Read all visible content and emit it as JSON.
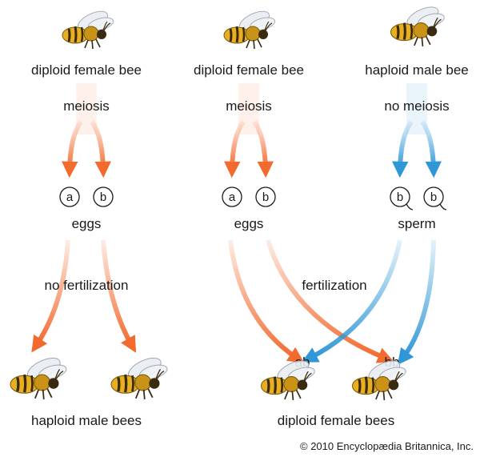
{
  "colors": {
    "female": "#f26a2e",
    "female_light": "#fbd3c1",
    "male": "#2f97d6",
    "male_light": "#cfe6f6",
    "bee_body": "#e8b020",
    "bee_stripe": "#3a2a10"
  },
  "left": {
    "parent_label": "diploid female bee",
    "process_label": "meiosis",
    "gametes": [
      "a",
      "b"
    ],
    "gamete_label": "eggs",
    "fertilization_label": "no fertilization",
    "offspring_label": "haploid male bees"
  },
  "middle": {
    "parent_label": "diploid female bee",
    "process_label": "meiosis",
    "gametes": [
      "a",
      "b"
    ],
    "gamete_label": "eggs"
  },
  "right": {
    "parent_label": "haploid male bee",
    "process_label": "no meiosis",
    "gametes": [
      "b",
      "b"
    ],
    "gamete_label": "sperm"
  },
  "fertilization_label": "fertilization",
  "offspring": {
    "genotypes": [
      "ab",
      "bb"
    ],
    "label": "diploid female bees"
  },
  "copyright": "© 2010 Encyclopædia Britannica, Inc.",
  "icons": [
    "bee-icon",
    "egg-icon",
    "sperm-icon",
    "arrow-icon"
  ]
}
